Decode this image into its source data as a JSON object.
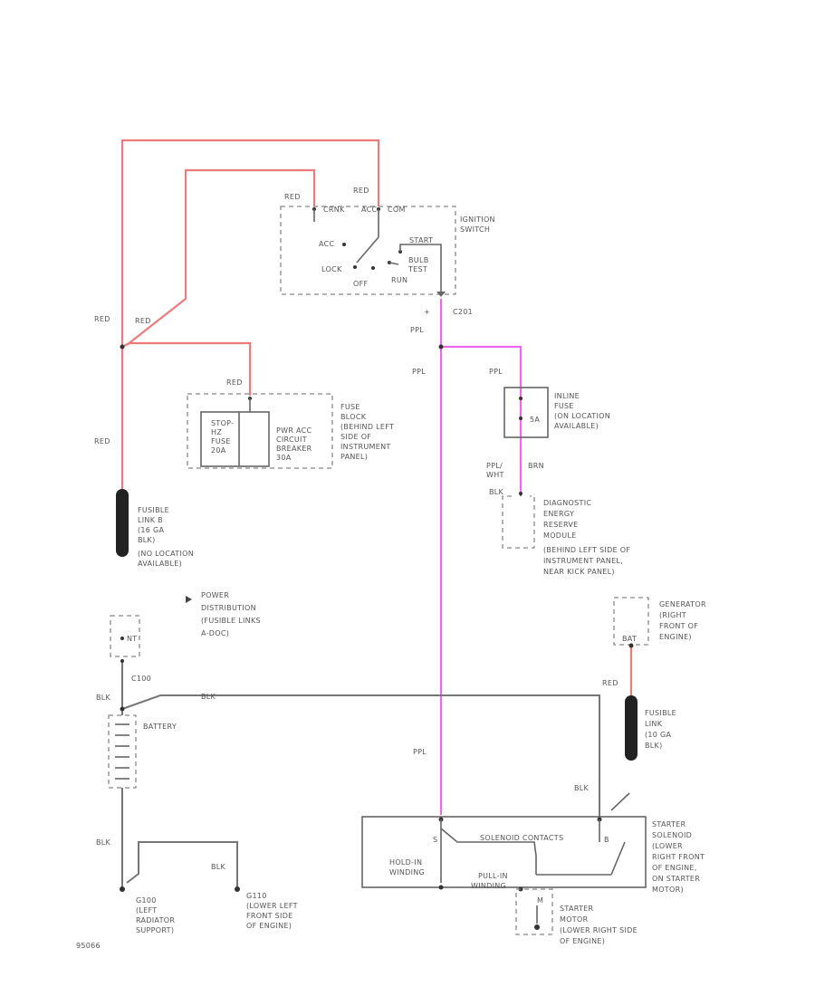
{
  "colors": {
    "red_wire": "#ee7b7b",
    "ppl_wire": "#ee66ee",
    "blk_wire": "#777777",
    "fusible_link": "#222222"
  },
  "ignition": {
    "red_left": "RED",
    "red_right": "RED",
    "term_crnk": "CRNK",
    "term_acc": "ACC",
    "term_com": "COM",
    "name_line1": "IGNITION",
    "name_line2": "SWITCH",
    "pos_acc": "ACC",
    "pos_lock": "LOCK",
    "pos_start": "START",
    "pos_bulb_line1": "BULB",
    "pos_bulb_line2": "TEST",
    "pos_off": "OFF",
    "pos_run": "RUN"
  },
  "connector_c201": "C201",
  "wires": {
    "red_1": "RED",
    "red_2": "RED",
    "red_3": "RED",
    "red_4": "RED",
    "ppl_1": "PPL",
    "ppl_2": "PPL",
    "ppl_3": "PPL",
    "ppl_4": "PPL",
    "blk_1": "BLK",
    "blk_2": "BLK",
    "blk_3": "BLK",
    "blk_4": "BLK",
    "brn": "BRN",
    "ppl_wht_line1": "PPL/",
    "ppl_wht_line2": "WHT",
    "blk_sdm": "BLK"
  },
  "fuse_block": {
    "stop_line1": "STOP-",
    "stop_line2": "HZ",
    "stop_line3": "FUSE",
    "stop_line4": "20A",
    "cb_line1": "PWR ACC",
    "cb_line2": "CIRCUIT",
    "cb_line3": "BREAKER",
    "cb_line4": "30A",
    "label": [
      "FUSE",
      "BLOCK",
      "(BEHIND LEFT",
      "SIDE OF",
      "INSTRUMENT",
      "PANEL)"
    ]
  },
  "inline_fuse": {
    "value": "5A",
    "label": [
      "INLINE",
      "FUSE",
      "(ON LOCATION",
      "AVAILABLE)"
    ]
  },
  "sdm": {
    "label": [
      "DIAGNOSTIC",
      "ENERGY",
      "RESERVE",
      "MODULE",
      "(BEHIND LEFT SIDE OF",
      "INSTRUMENT PANEL,",
      "NEAR KICK PANEL)"
    ]
  },
  "fusible_link_b": {
    "label": [
      "FUSIBLE",
      "LINK B",
      "(16 GA",
      "BLK)",
      "(NO LOCATION",
      "AVAILABLE)"
    ]
  },
  "power_dist": {
    "label": [
      "POWER",
      "DISTRIBUTION",
      "(FUSIBLE LINKS",
      "A-DOC)"
    ]
  },
  "junction": {
    "value": "NT"
  },
  "connector_c100": "C100",
  "battery": {
    "label": "BATTERY"
  },
  "generator": {
    "label": [
      "GENERATOR",
      "(RIGHT",
      "FRONT OF",
      "ENGINE)"
    ],
    "terminal": "BAT"
  },
  "fusible_link_2": {
    "label": [
      "FUSIBLE",
      "LINK",
      "(10 GA",
      "BLK)"
    ]
  },
  "starter": {
    "terminal_s": "S",
    "terminal_b": "B",
    "hold_line1": "HOLD-IN",
    "hold_line2": "WINDING",
    "pull_line1": "PULL-IN",
    "pull_line2": "WINDING",
    "contacts": "SOLENOID CONTACTS",
    "motor_m": "M",
    "solenoid_label": [
      "STARTER",
      "SOLENOID",
      "(LOWER",
      "RIGHT FRONT",
      "OF ENGINE,",
      "ON STARTER",
      "MOTOR)"
    ],
    "motor_label": [
      "STARTER",
      "MOTOR",
      "(LOWER RIGHT SIDE",
      "OF ENGINE)"
    ]
  },
  "grounds": {
    "g100": [
      "G100",
      "(LEFT",
      "RADIATOR",
      "SUPPORT)"
    ],
    "g110": [
      "G110",
      "(LOWER LEFT",
      "FRONT SIDE",
      "OF ENGINE)"
    ]
  },
  "diagram_id": "95066"
}
